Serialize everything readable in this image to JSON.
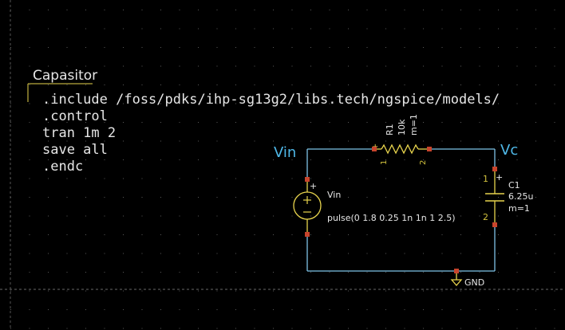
{
  "colors": {
    "background": "#000000",
    "grid": "#5a5a5a",
    "wire": "#7ec3e6",
    "netlabel": "#4fb8e8",
    "pin": "#c8442c",
    "component": "#e8d44d",
    "pin_number": "#d2c23e",
    "text": "#e6e6e6",
    "ground": "#e8d44d"
  },
  "code_block": {
    "title": "Capasitor",
    "lines": [
      ".include /foss/pdks/ihp-sg13g2/libs.tech/ngspice/models/",
      ".control",
      "tran 1m 2",
      "save all",
      ".endc"
    ]
  },
  "nets": {
    "vin_label": "Vin",
    "vc_label": "Vc",
    "gnd_label": "GND"
  },
  "resistor": {
    "name": "R1",
    "value": "10k",
    "mult": "m=1",
    "pin1": "1",
    "pin2": "2"
  },
  "capacitor": {
    "name": "C1",
    "value": "6.25u",
    "mult": "m=1",
    "pin1": "1",
    "pin2": "2",
    "polarity": "+"
  },
  "source": {
    "name": "Vin",
    "value": "pulse(0 1.8 0.25 1n 1n 1 2.5)",
    "polarity": "+"
  },
  "icons": {
    "ground": "ground-icon",
    "voltage_source": "voltage-source-icon",
    "resistor": "resistor-icon",
    "capacitor": "capacitor-icon"
  }
}
